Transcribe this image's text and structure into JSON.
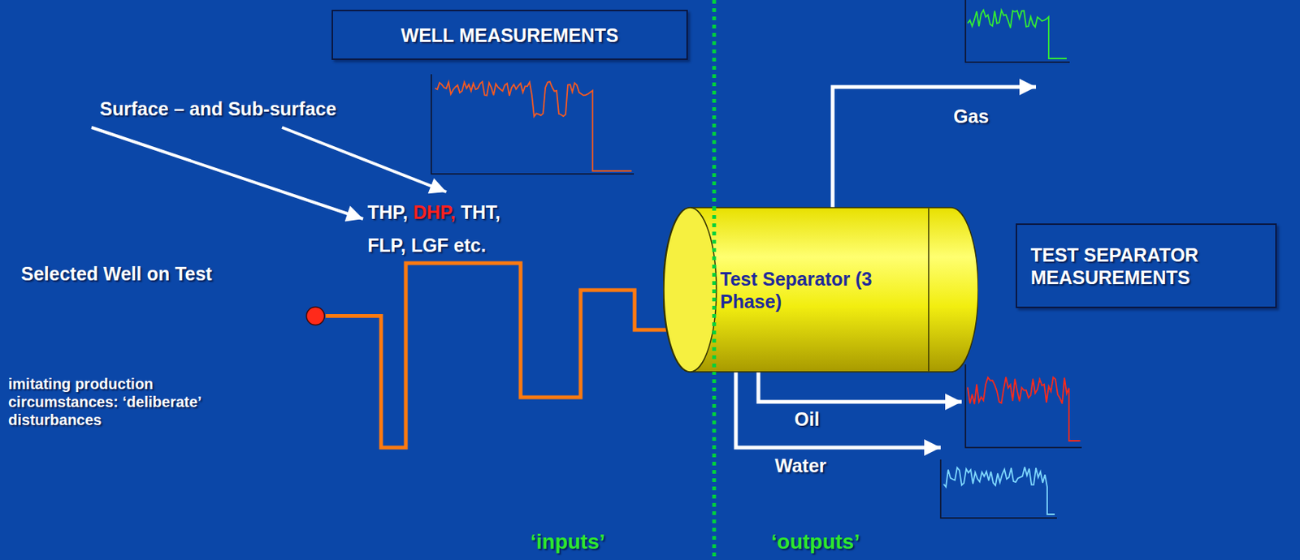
{
  "diagram": {
    "nodes": [
      {
        "text": [
          "WELL MEASUREMENTS"
        ]
      },
      {
        "text": [
          "Selected Well on Test"
        ]
      },
      {
        "text": [
          "Test Separator (3 Phase)"
        ]
      },
      {
        "text": [
          "TEST SEPARATOR MEASUREMENTS"
        ]
      }
    ],
    "edges": [
      {
        "from": 1,
        "to": 2,
        "arrow": "none"
      }
    ],
    "labels": [
      "Surface – and Sub-surface",
      "THP,",
      "DHP,",
      "THT,",
      "FLP, LGF etc.",
      "imitating production circumstances: ‘deliberate’ disturbances",
      "Gas",
      "Oil",
      "Water",
      "‘inputs’",
      "‘outputs’"
    ]
  }
}
